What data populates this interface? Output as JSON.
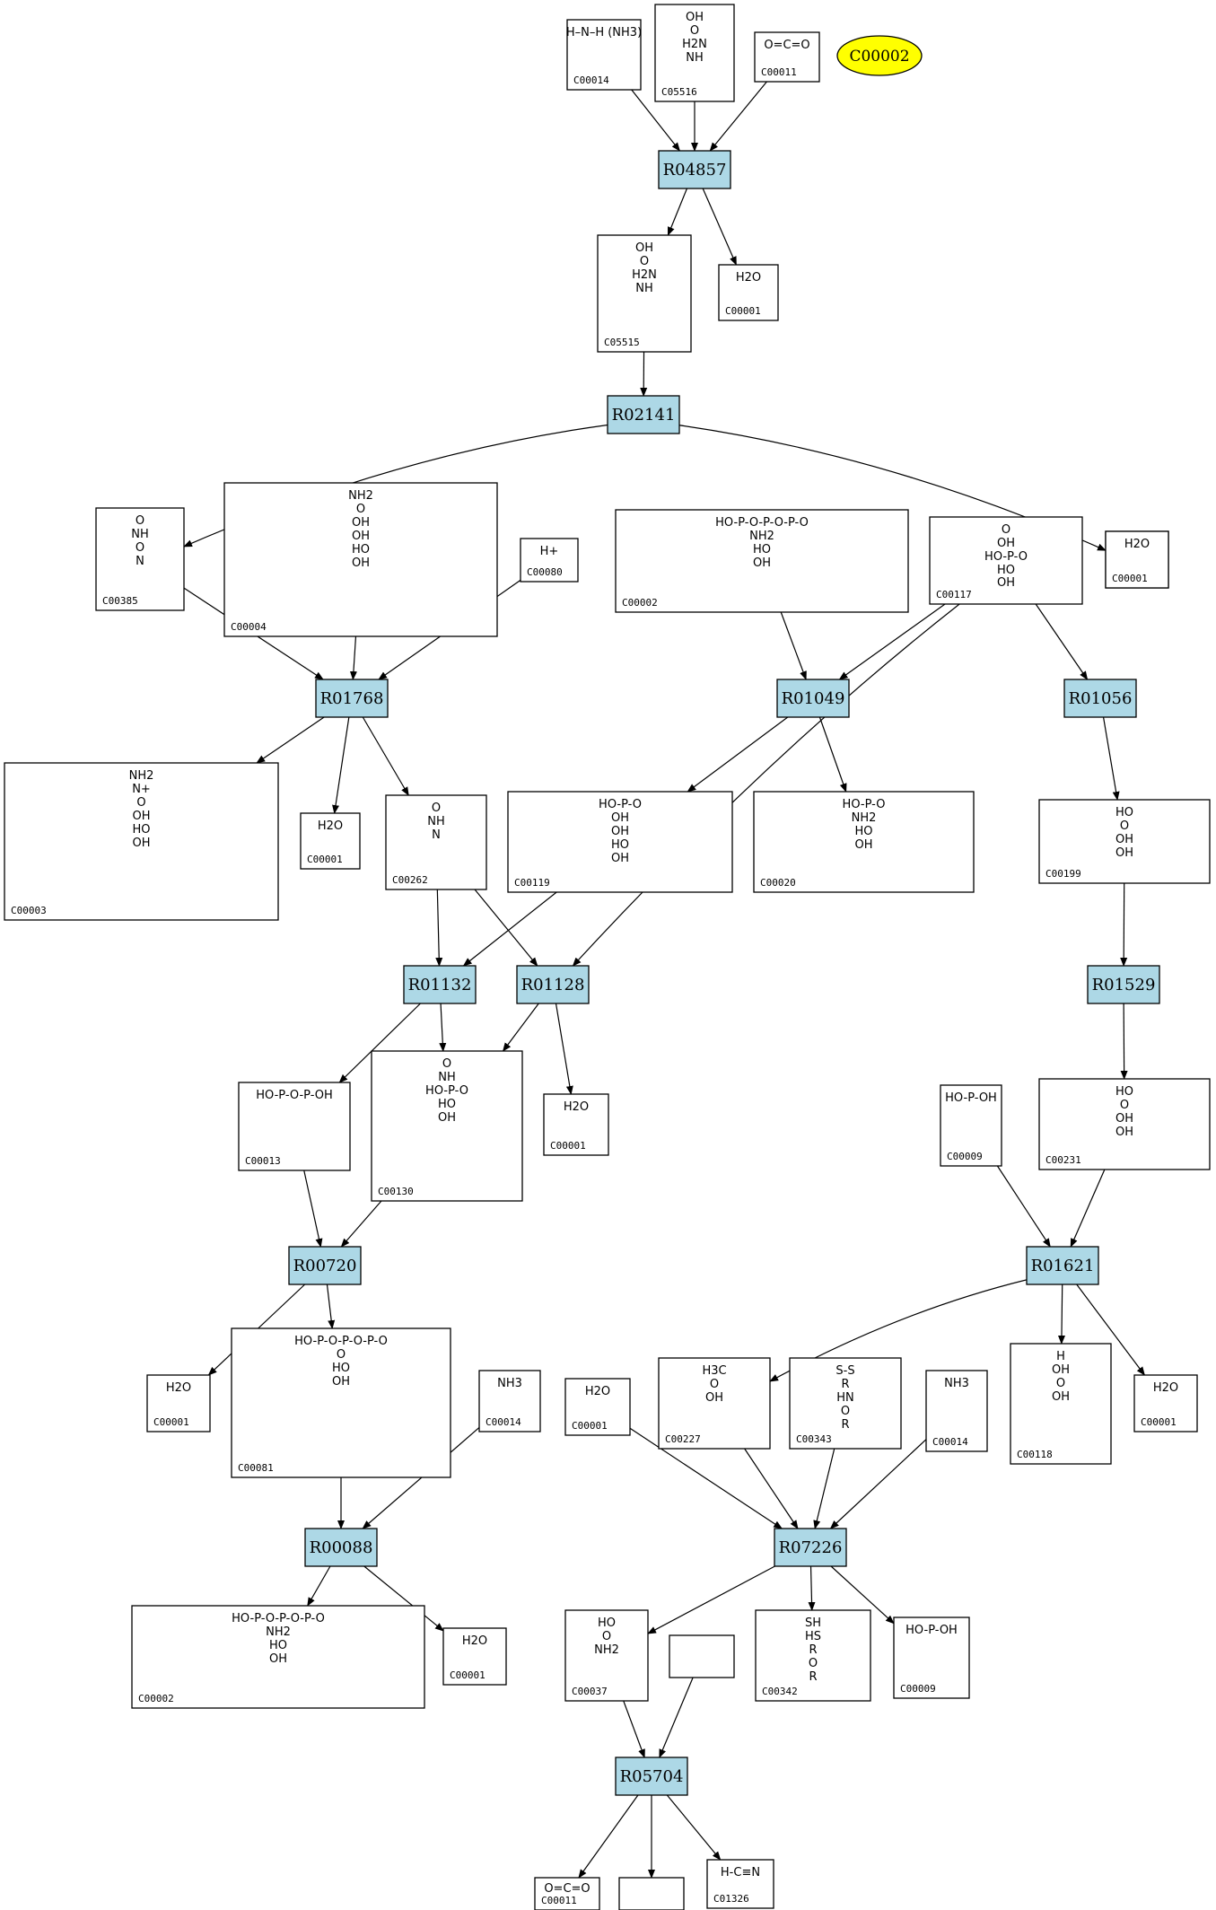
{
  "highlight": {
    "label": "C00002",
    "color": "#ffff00"
  },
  "colors": {
    "reaction_fill": "#add8e6",
    "compound_fill": "#ffffff",
    "stroke": "#000000"
  },
  "compounds": {
    "n1": {
      "id": "C00014",
      "formula": "H–N–H (NH3)"
    },
    "n2": {
      "id": "C05516",
      "formula": "OH / O / H2N / NH"
    },
    "n3": {
      "id": "C00011",
      "formula": "O=C=O"
    },
    "n4": {
      "id": "C05515",
      "formula": "OH / O / H2N / NH"
    },
    "n5": {
      "id": "C00001",
      "formula": "H2O"
    },
    "n6": {
      "id": "C00385",
      "formula": "O / NH / O / N"
    },
    "n7": {
      "id": "C00004",
      "formula": "NH2 / O / OH / OH / HO / OH"
    },
    "n8": {
      "id": "C00080",
      "formula": "H+"
    },
    "n9": {
      "id": "C00002",
      "formula": "HO-P-O-P-O-P-O / NH2 / HO / OH"
    },
    "n10": {
      "id": "C00117",
      "formula": "O / OH / HO-P-O / HO / OH"
    },
    "n11": {
      "id": "C00001",
      "formula": "H2O"
    },
    "n12": {
      "id": "C00003",
      "formula": "NH2 / N+ / O / OH / HO / OH"
    },
    "n13": {
      "id": "C00001",
      "formula": "H2O"
    },
    "n14": {
      "id": "C00262",
      "formula": "O / NH / N"
    },
    "n15": {
      "id": "C00119",
      "formula": "HO-P-O / OH / OH / HO / OH"
    },
    "n16": {
      "id": "C00020",
      "formula": "HO-P-O / NH2 / HO / OH"
    },
    "n17": {
      "id": "C00199",
      "formula": "HO / O / OH / OH"
    },
    "n18": {
      "id": "C00013",
      "formula": "HO-P-O-P-OH"
    },
    "n19": {
      "id": "C00130",
      "formula": "O / NH / HO-P-O / HO / OH"
    },
    "n20": {
      "id": "C00001",
      "formula": "H2O"
    },
    "n21": {
      "id": "C00009",
      "formula": "HO-P-OH"
    },
    "n22": {
      "id": "C00231",
      "formula": "HO / O / OH / OH"
    },
    "n23": {
      "id": "C00001",
      "formula": "H2O"
    },
    "n24": {
      "id": "C00081",
      "formula": "HO-P-O-P-O-P-O / O / HO / OH"
    },
    "n25": {
      "id": "C00014",
      "formula": "NH3"
    },
    "n26": {
      "id": "C00001",
      "formula": "H2O"
    },
    "n27": {
      "id": "C00227",
      "formula": "H3C / O / OH"
    },
    "n28": {
      "id": "C00343",
      "formula": "S-S / R / HN / O / R"
    },
    "n29": {
      "id": "C00014",
      "formula": "NH3"
    },
    "n30": {
      "id": "C00118",
      "formula": "H / OH / O / OH"
    },
    "n31": {
      "id": "C00001",
      "formula": "H2O"
    },
    "n32": {
      "id": "C00002",
      "formula": "HO-P-O-P-O-P-O / NH2 / HO / OH"
    },
    "n33": {
      "id": "C00001",
      "formula": "H2O"
    },
    "n34": {
      "id": "C00037",
      "formula": "HO / O / NH2"
    },
    "n35": {
      "id": "",
      "formula": ""
    },
    "n36": {
      "id": "C00342",
      "formula": "SH / HS / R / O / R"
    },
    "n37": {
      "id": "C00009",
      "formula": "HO-P-OH"
    },
    "n38": {
      "id": "C00011",
      "formula": "O=C=O"
    },
    "n39": {
      "id": "",
      "formula": ""
    },
    "n40": {
      "id": "C01326",
      "formula": "H-C≡N"
    },
    "n41": {
      "id": "C00001",
      "formula": "H2O"
    }
  },
  "reactions": {
    "r1": {
      "label": "R04857"
    },
    "r2": {
      "label": "R02141"
    },
    "r3": {
      "label": "R01768"
    },
    "r4": {
      "label": "R01049"
    },
    "r5": {
      "label": "R01056"
    },
    "r6": {
      "label": "R01132"
    },
    "r7": {
      "label": "R01128"
    },
    "r8": {
      "label": "R01529"
    },
    "r9": {
      "label": "R00720"
    },
    "r10": {
      "label": "R01621"
    },
    "r11": {
      "label": "R00088"
    },
    "r12": {
      "label": "R07226"
    },
    "r13": {
      "label": "R05704"
    }
  },
  "edges": [
    [
      "n1",
      "r1"
    ],
    [
      "n2",
      "r1"
    ],
    [
      "n3",
      "r1"
    ],
    [
      "r1",
      "n4"
    ],
    [
      "r1",
      "n5"
    ],
    [
      "n4",
      "r2"
    ],
    [
      "r2",
      "n6"
    ],
    [
      "r2",
      "n41"
    ],
    [
      "n6",
      "r3"
    ],
    [
      "n7",
      "r3"
    ],
    [
      "n8",
      "r3"
    ],
    [
      "r3",
      "n12"
    ],
    [
      "r3",
      "n13"
    ],
    [
      "r3",
      "n14"
    ],
    [
      "n9",
      "r4"
    ],
    [
      "n10",
      "r4"
    ],
    [
      "r4",
      "n15"
    ],
    [
      "r4",
      "n16"
    ],
    [
      "n10",
      "r5"
    ],
    [
      "r5",
      "n17"
    ],
    [
      "n10",
      "r7"
    ],
    [
      "n14",
      "r6"
    ],
    [
      "n15",
      "r6"
    ],
    [
      "n14",
      "r7"
    ],
    [
      "r6",
      "n18"
    ],
    [
      "r6",
      "n19"
    ],
    [
      "r7",
      "n19"
    ],
    [
      "r7",
      "n20"
    ],
    [
      "n17",
      "r8"
    ],
    [
      "r8",
      "n22"
    ],
    [
      "n18",
      "r9"
    ],
    [
      "n19",
      "r9"
    ],
    [
      "r9",
      "n23"
    ],
    [
      "r9",
      "n24"
    ],
    [
      "n21",
      "r10"
    ],
    [
      "n22",
      "r10"
    ],
    [
      "r10",
      "n27"
    ],
    [
      "r10",
      "n30"
    ],
    [
      "r10",
      "n31"
    ],
    [
      "n24",
      "r11"
    ],
    [
      "n25",
      "r11"
    ],
    [
      "r11",
      "n32"
    ],
    [
      "r11",
      "n33"
    ],
    [
      "n26",
      "r12"
    ],
    [
      "n27",
      "r12"
    ],
    [
      "n28",
      "r12"
    ],
    [
      "n29",
      "r12"
    ],
    [
      "r12",
      "n34"
    ],
    [
      "r12",
      "n36"
    ],
    [
      "r12",
      "n37"
    ],
    [
      "n34",
      "r13"
    ],
    [
      "n35",
      "r13"
    ],
    [
      "r13",
      "n38"
    ],
    [
      "r13",
      "n39"
    ],
    [
      "r13",
      "n40"
    ]
  ]
}
